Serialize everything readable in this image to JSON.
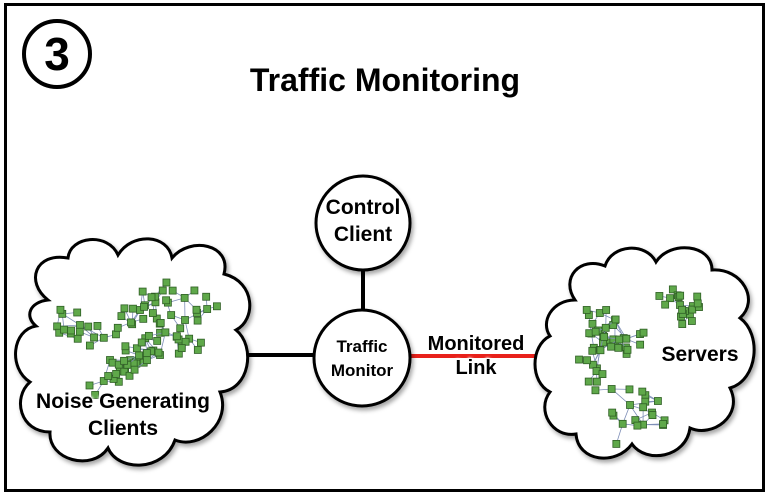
{
  "step_number": "3",
  "title": "Traffic Monitoring",
  "nodes": {
    "control_client": "Control\nClient",
    "traffic_monitor": "Traffic\nMonitor",
    "noise_clients": "Noise Generating\nClients",
    "servers": "Servers"
  },
  "links": {
    "monitored_link": "Monitored\nLink"
  },
  "colors": {
    "monitored_link": "#e8211b",
    "graph_node_fill": "#5fa84a",
    "graph_node_stroke": "#2f5f25",
    "graph_edge": "#7f8fb8"
  }
}
